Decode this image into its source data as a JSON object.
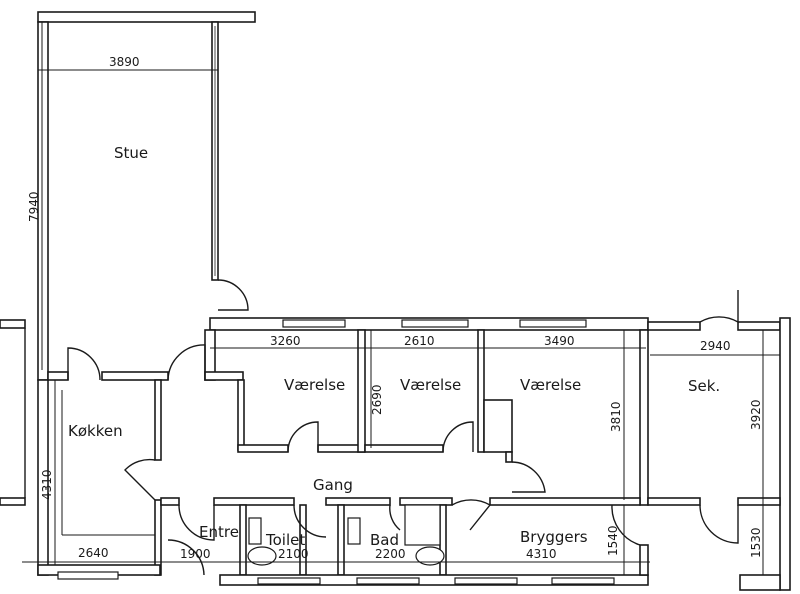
{
  "rooms": {
    "stue": "Stue",
    "kokken": "Køkken",
    "vaerelse1": "Værelse",
    "vaerelse2": "Værelse",
    "vaerelse3": "Værelse",
    "sek": "Sek.",
    "gang": "Gang",
    "entre": "Entre",
    "toilet": "Toilet",
    "bad": "Bad",
    "bryggers": "Bryggers"
  },
  "dimensions": {
    "stue_width": "3890",
    "stue_length": "7940",
    "kokken_length": "4310",
    "kokken_width": "2640",
    "vaerelse1_width": "3260",
    "vaerelse2_width": "2610",
    "vaerelse2_depth": "2690",
    "vaerelse3_width": "3490",
    "vaerelse3_depth": "3810",
    "sek_width": "2940",
    "sek_depth": "3920",
    "entre_width": "1900",
    "toilet_width": "2100",
    "bad_width": "2200",
    "bryggers_width": "4310",
    "bryggers_depth": "1540",
    "sek_lower": "1530"
  }
}
